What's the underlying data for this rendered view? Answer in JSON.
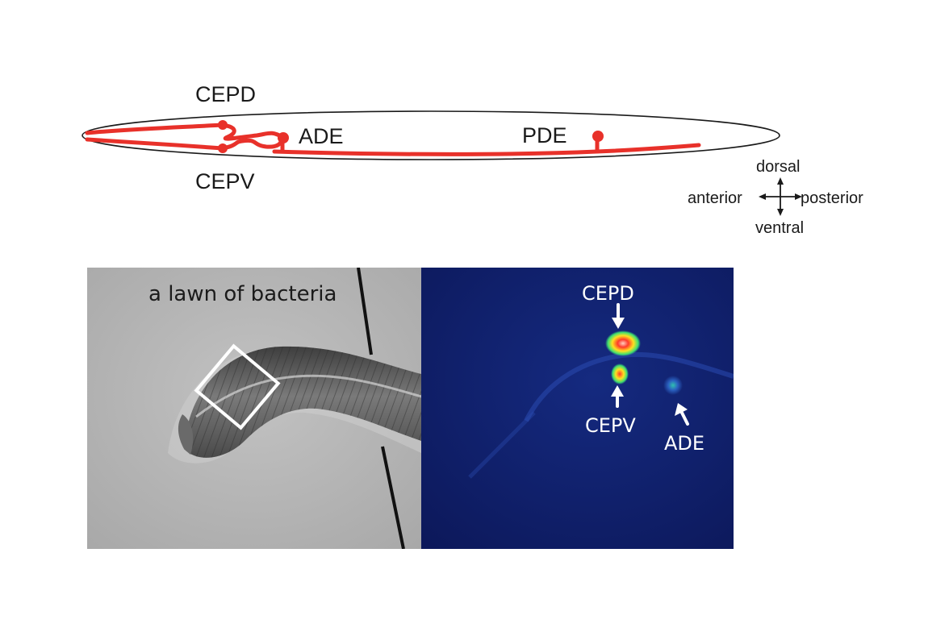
{
  "schematic": {
    "neurons": {
      "cepd": "CEPD",
      "cepv": "CEPV",
      "ade": "ADE",
      "pde": "PDE"
    },
    "orientation": {
      "dorsal": "dorsal",
      "ventral": "ventral",
      "anterior": "anterior",
      "posterior": "posterior"
    },
    "colors": {
      "neuron": "#e8312a",
      "outline": "#1a1a1a"
    }
  },
  "brightfield_panel": {
    "caption": "a lawn of bacteria",
    "colors": {
      "background": "#b4b4b4",
      "worm": "#5a5a5a",
      "box": "#ffffff"
    }
  },
  "fluorescence_panel": {
    "labels": {
      "cepd": "CEPD",
      "cepv": "CEPV",
      "ade": "ADE"
    },
    "colors": {
      "background": "#10206a",
      "hot": "#ff3a2a",
      "warm": "#ffe020",
      "mid": "#40e070"
    }
  }
}
